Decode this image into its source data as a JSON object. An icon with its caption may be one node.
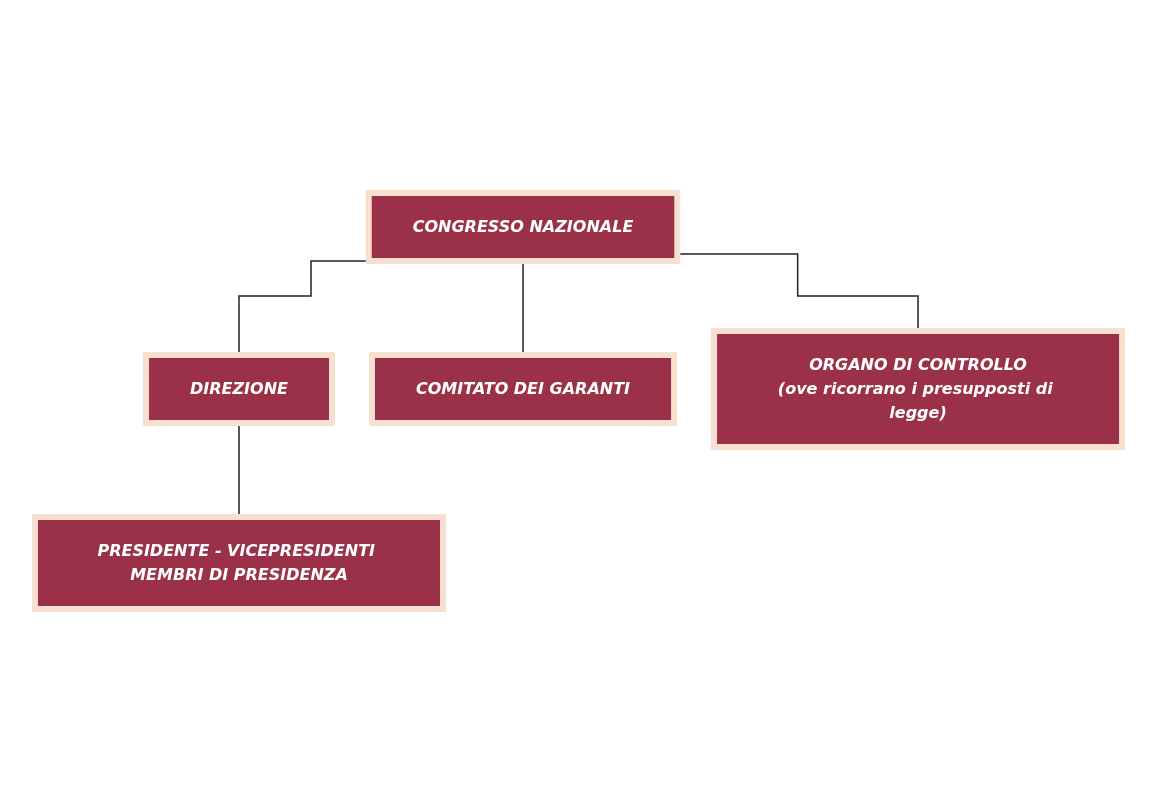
{
  "diagram": {
    "nodes": [
      {
        "text": [
          "CONGRESSO NAZIONALE"
        ]
      },
      {
        "text": [
          "DIREZIONE"
        ]
      },
      {
        "text": [
          "COMITATO DEI GARANTI"
        ]
      },
      {
        "text": [
          "ORGANO DI CONTROLLO",
          "(ove ricorrano i presupposti di legge)"
        ]
      },
      {
        "text": [
          "PRESIDENTE - VICEPRESIDENTI MEMBRI DI PRESIDENZA"
        ]
      }
    ],
    "edges": [
      {
        "from": 0,
        "to": 1,
        "arrow": "none"
      },
      {
        "from": 0,
        "to": 2,
        "arrow": "none"
      },
      {
        "from": 0,
        "to": 3,
        "arrow": "none"
      },
      {
        "from": 1,
        "to": 4,
        "arrow": "none"
      }
    ]
  }
}
